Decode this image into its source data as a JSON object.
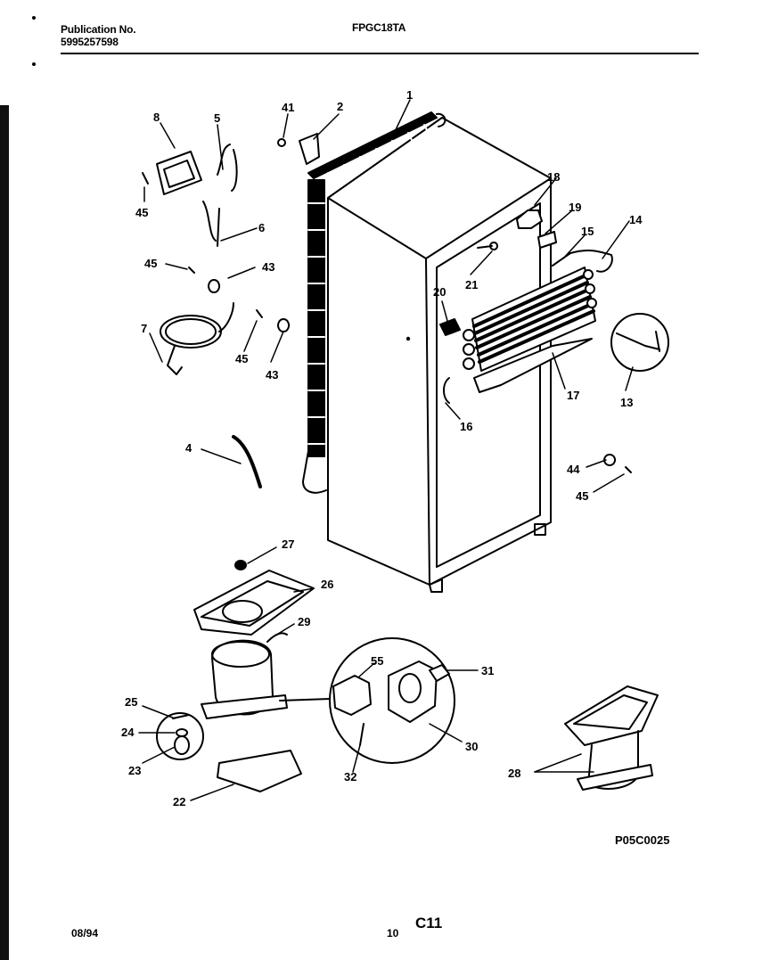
{
  "header": {
    "publication_label": "Publication No.",
    "publication_number": "5995257598",
    "model": "FPGC18TA"
  },
  "diagram": {
    "code": "P05C0025",
    "labels": {
      "l1": "1",
      "l2": "2",
      "l4": "4",
      "l5": "5",
      "l6": "6",
      "l7": "7",
      "l8": "8",
      "l13": "13",
      "l14": "14",
      "l15": "15",
      "l16": "16",
      "l17": "17",
      "l18": "18",
      "l19": "19",
      "l20": "20",
      "l21": "21",
      "l22": "22",
      "l23": "23",
      "l24": "24",
      "l25": "25",
      "l26": "26",
      "l27": "27",
      "l28": "28",
      "l29": "29",
      "l30": "30",
      "l31": "31",
      "l32": "32",
      "l41": "41",
      "l43a": "43",
      "l43b": "43",
      "l44": "44",
      "l45a": "45",
      "l45b": "45",
      "l45c": "45",
      "l45d": "45",
      "l55": "55"
    }
  },
  "footer": {
    "date": "08/94",
    "page": "10",
    "section": "C11"
  }
}
